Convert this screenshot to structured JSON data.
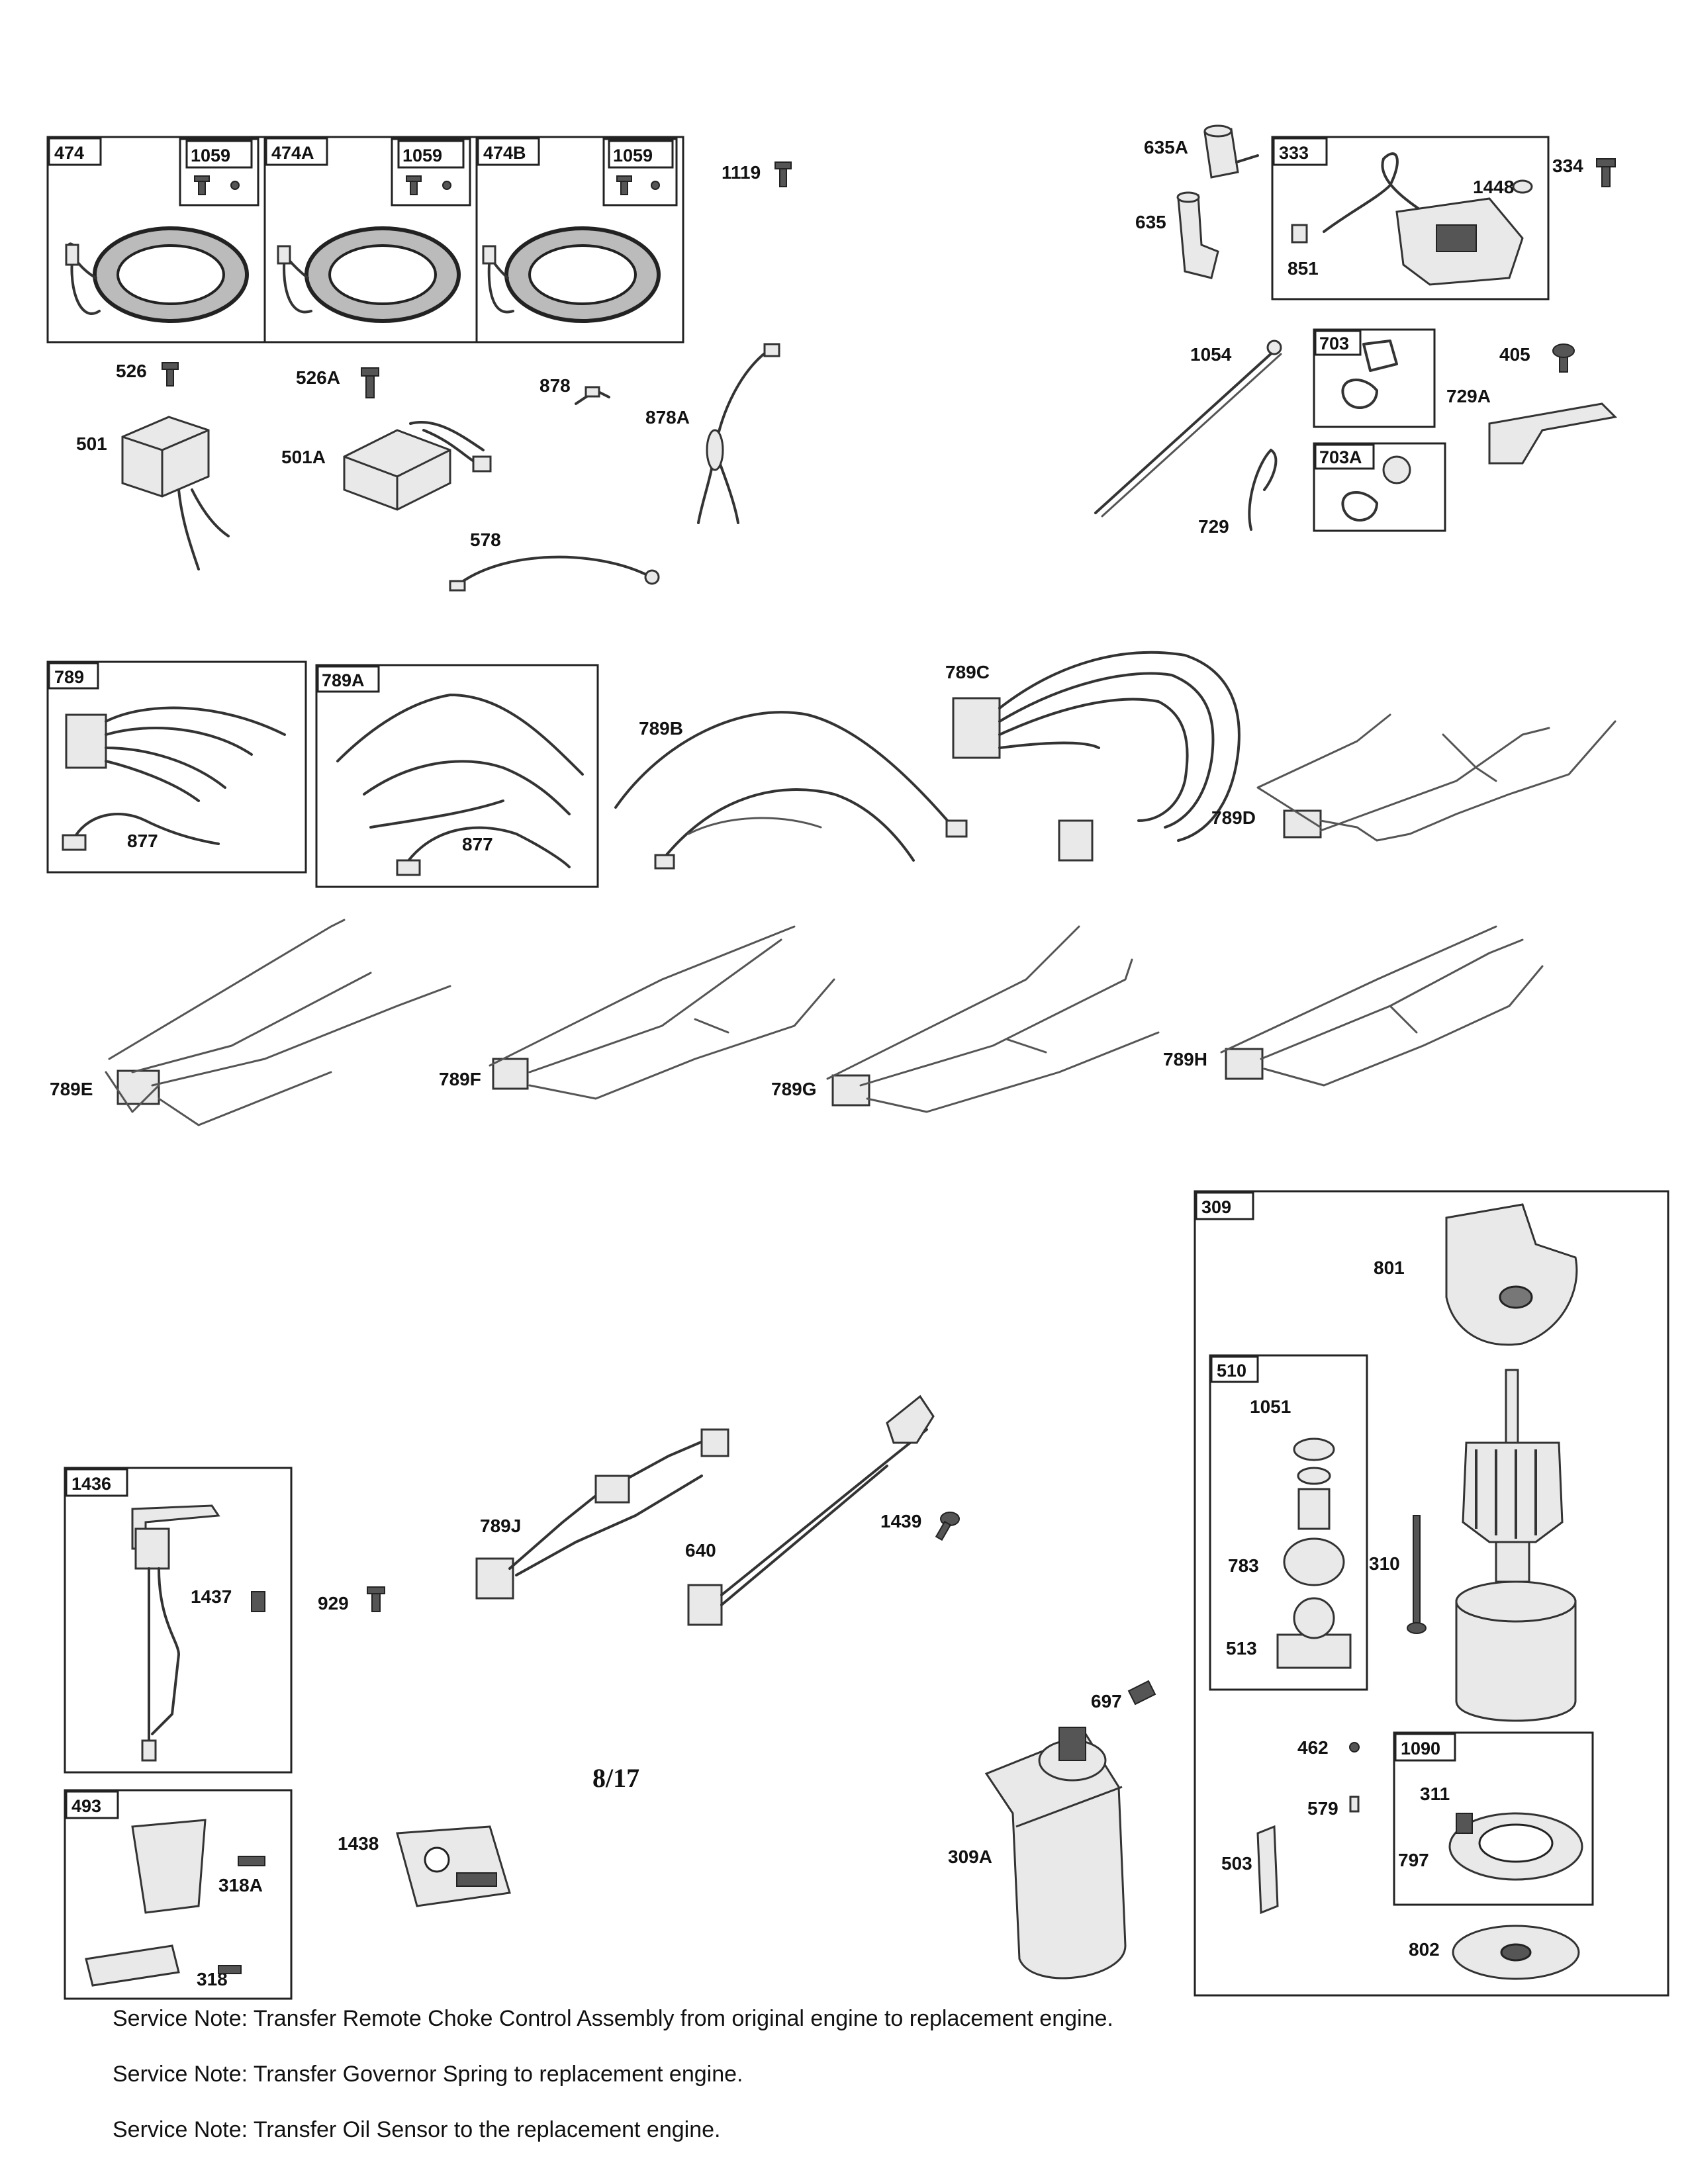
{
  "diagram": {
    "page_number": "8/17",
    "labels": {
      "l474": "474",
      "l1059a": "1059",
      "l474A": "474A",
      "l1059b": "1059",
      "l474B": "474B",
      "l1059c": "1059",
      "l1119": "1119",
      "l526": "526",
      "l526A": "526A",
      "l878": "878",
      "l878A": "878A",
      "l501": "501",
      "l501A": "501A",
      "l578": "578",
      "l635A": "635A",
      "l635": "635",
      "l333": "333",
      "l1448": "1448",
      "l334": "334",
      "l851": "851",
      "l1054": "1054",
      "l703": "703",
      "l405": "405",
      "l729A": "729A",
      "l703A": "703A",
      "l729": "729",
      "l789": "789",
      "l877a": "877",
      "l789A": "789A",
      "l877b": "877",
      "l789B": "789B",
      "l789C": "789C",
      "l789D": "789D",
      "l789E": "789E",
      "l789F": "789F",
      "l789G": "789G",
      "l789H": "789H",
      "l309": "309",
      "l801": "801",
      "l510": "510",
      "l1051": "1051",
      "l783": "783",
      "l310": "310",
      "l513": "513",
      "l462": "462",
      "l1090": "1090",
      "l579": "579",
      "l311": "311",
      "l797": "797",
      "l503": "503",
      "l802": "802",
      "l697": "697",
      "l309A": "309A",
      "l1436": "1436",
      "l1437": "1437",
      "l929": "929",
      "l789J": "789J",
      "l640": "640",
      "l1439": "1439",
      "l493": "493",
      "l318A": "318A",
      "l318": "318",
      "l1438": "1438"
    }
  },
  "service_notes": [
    "Service Note: Transfer Remote Choke Control Assembly from original engine to replacement engine.",
    "Service Note: Transfer Governor Spring to replacement engine.",
    "Service Note: Transfer Oil Sensor to the replacement engine."
  ]
}
